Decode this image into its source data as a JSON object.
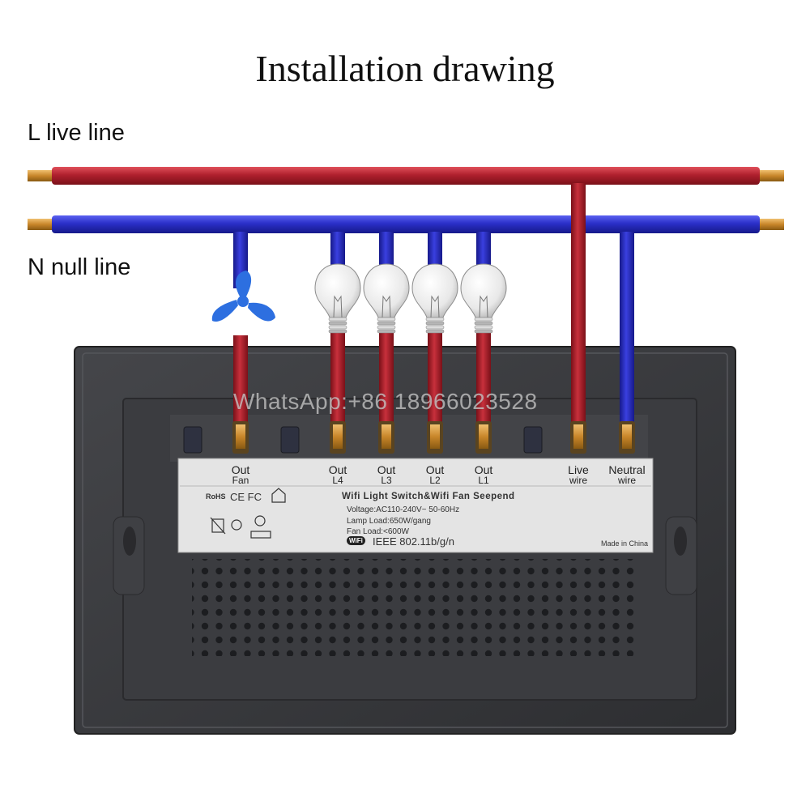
{
  "title": "Installation drawing",
  "lines": {
    "live_label": "L live line",
    "null_label": "N null line"
  },
  "terminals": [
    {
      "top": "Out",
      "bottom": "Fan"
    },
    {
      "top": "Out",
      "bottom": "L4"
    },
    {
      "top": "Out",
      "bottom": "L3"
    },
    {
      "top": "Out",
      "bottom": "L2"
    },
    {
      "top": "Out",
      "bottom": "L1"
    },
    {
      "top": "Live",
      "bottom": "wire"
    },
    {
      "top": "Neutral",
      "bottom": "wire"
    }
  ],
  "label_plate": {
    "product": "Wifi Light Switch&Wifi Fan Seepend",
    "voltage": "Voltage:AC110-240V~  50-60Hz",
    "lamp_load": "Lamp Load:650W/gang",
    "fan_load": "Fan Load:<600W",
    "wifi_std": "IEEE 802.11b/g/n",
    "wifi_badge": "WiFi",
    "origin": "Made in China",
    "cert": "CE FC",
    "rohs": "RoHS"
  },
  "watermark": "WhatsApp:+86 18966023528",
  "colors": {
    "live_wire": "#b0202e",
    "null_wire": "#2a2fc8",
    "housing": "#3a3b3f",
    "plate": "#e6e6e6"
  }
}
